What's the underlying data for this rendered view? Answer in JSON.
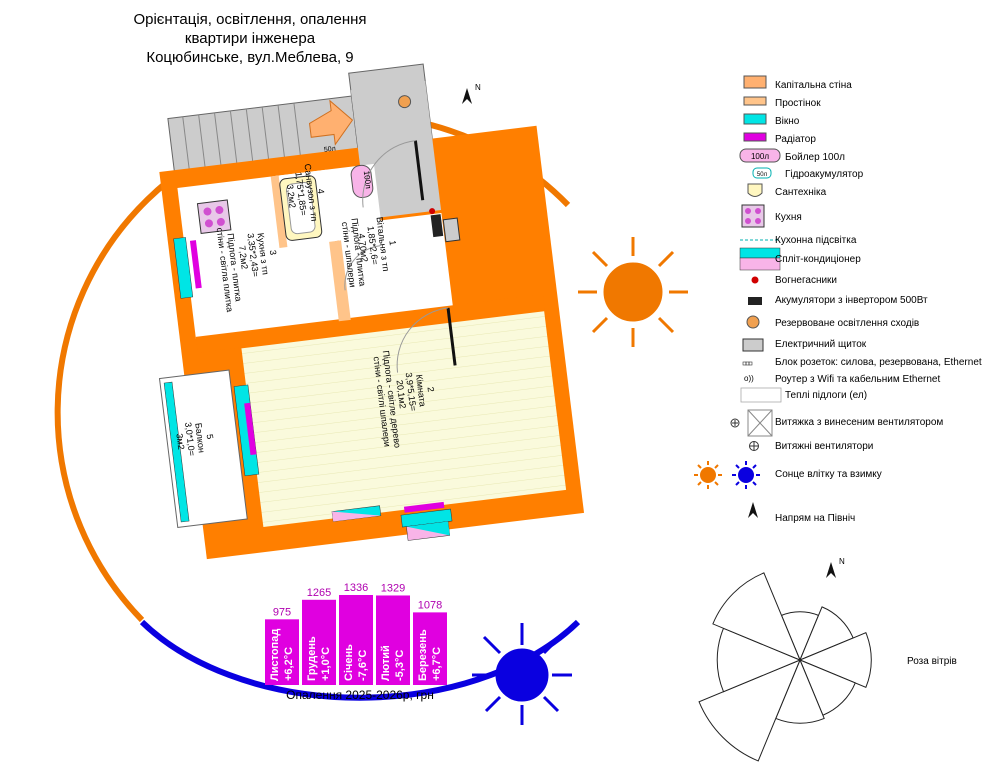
{
  "title": {
    "line1": "Орієнтація, освітлення, опалення",
    "line2": "квартири інженера",
    "line3": "Коцюбинське, вул.Меблева, 9"
  },
  "colors": {
    "wall": "#ff7f00",
    "partition": "#ffc48a",
    "window": "#00e5e5",
    "radiator": "#e000e0",
    "floor_heating": "#fafadc",
    "stairs": "#cccccc",
    "summer_sun": "#f07800",
    "winter_sun": "#0a00e0"
  },
  "rooms": [
    {
      "number": "1",
      "name": "Вітальня з тп",
      "size": "1,85*2,6=",
      "area": "4,70м2",
      "note1": "Підлога - плитка",
      "note2": "стіни - шпалери"
    },
    {
      "number": "2",
      "name": "Кімната",
      "size": "3,9*5,15=",
      "area": "20,1м2",
      "note1": "Підлога - світле дерево",
      "note2": "стіни - світлі шпалери"
    },
    {
      "number": "3",
      "name": "Кухня з тп",
      "size": "3,35*2,43=",
      "area": "7,2м2",
      "note1": "Підлога - плитка",
      "note2": "стіни - світла плитка"
    },
    {
      "number": "4",
      "name": "Санвузол з тп",
      "size": "1,75*1,85=",
      "area": "3,2м2",
      "note1": "",
      "note2": ""
    },
    {
      "number": "5",
      "name": "Балкон",
      "size": "3,0*1,0=",
      "area": "3м2",
      "note1": "",
      "note2": ""
    }
  ],
  "plan_labels": {
    "boiler": "100л",
    "accumulator": "50л"
  },
  "legend": [
    {
      "label": "Капітальна стіна",
      "icon": "wall-swatch"
    },
    {
      "label": "Простінок",
      "icon": "partition-swatch"
    },
    {
      "label": "Вікно",
      "icon": "window-swatch"
    },
    {
      "label": "Радіатор",
      "icon": "radiator-swatch"
    },
    {
      "label": "Бойлер 100л",
      "icon": "boiler-icon",
      "tag": "100л"
    },
    {
      "label": "Гідроакумулятор",
      "icon": "accumulator-icon",
      "tag": "50л"
    },
    {
      "label": "Сантехніка",
      "icon": "toilet-icon"
    },
    {
      "label": "Кухня",
      "icon": "stove-icon"
    },
    {
      "label": "Кухонна підсвітка",
      "icon": "kitchen-light-icon"
    },
    {
      "label": "Спліт-кондиціонер",
      "icon": "split-ac-icon"
    },
    {
      "label": "Вогнегасники",
      "icon": "extinguisher-icon"
    },
    {
      "label": "Акумулятори з інвертором 500Вт",
      "icon": "battery-icon"
    },
    {
      "label": "Резервоване освітлення сходів",
      "icon": "lamp-icon"
    },
    {
      "label": "Електричний щиток",
      "icon": "electric-panel-icon"
    },
    {
      "label": "Блок розеток: силова, резервована, Ethernet",
      "icon": "socket-block-icon"
    },
    {
      "label": "Роутер з Wifi та кабельним Ethernet",
      "icon": "router-icon"
    },
    {
      "label": "Теплі підлоги (ел)",
      "icon": "floor-heating-swatch"
    },
    {
      "label": "Витяжка з винесеним вентилятором",
      "icon": "hood-icon"
    },
    {
      "label": "Витяжні вентилятори",
      "icon": "fan-icon"
    },
    {
      "label": "Сонце влітку та взимку",
      "icon": "sun-icon"
    },
    {
      "label": "Напрям на Північ",
      "icon": "north-arrow-icon"
    }
  ],
  "heating": {
    "caption": "Опалення 2025-2026р, грн",
    "months": [
      {
        "name": "Листопад",
        "temp": "+6,2°C",
        "cost": 975
      },
      {
        "name": "Грудень",
        "temp": "+1,0°C",
        "cost": 1265
      },
      {
        "name": "Січень",
        "temp": "-7,6°C",
        "cost": 1336
      },
      {
        "name": "Лютий",
        "temp": "-5,3°C",
        "cost": 1329
      },
      {
        "name": "Березень",
        "temp": "+6,7°C",
        "cost": 1078
      }
    ]
  },
  "wind_rose": {
    "label": "Роза вітрів",
    "directions": [
      "N",
      "NE",
      "E",
      "SE",
      "S",
      "SW",
      "W",
      "NW"
    ],
    "values": [
      0.42,
      0.5,
      0.62,
      0.52,
      0.55,
      0.95,
      0.72,
      0.82
    ]
  },
  "north_label": "N"
}
